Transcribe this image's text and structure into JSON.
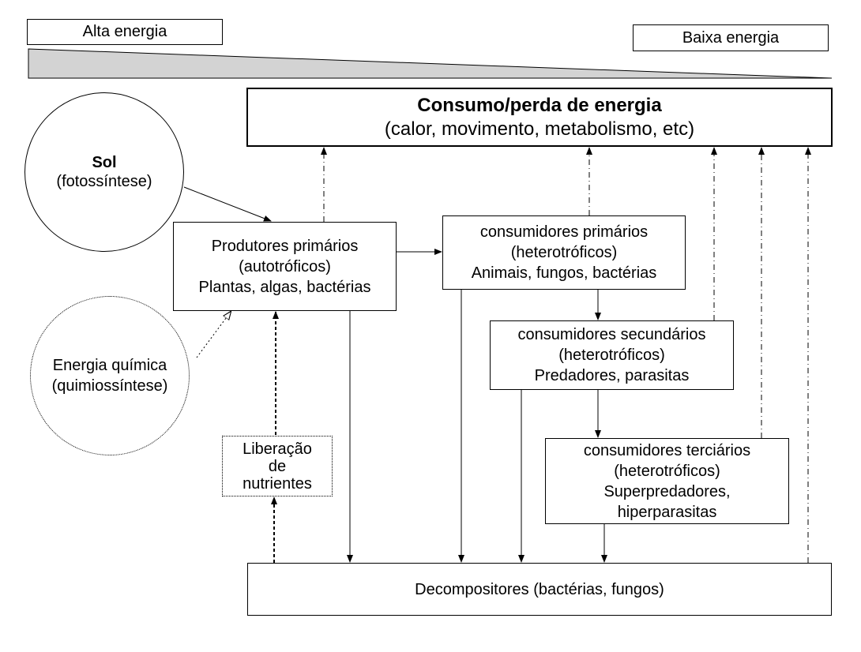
{
  "energy_scale": {
    "high_label": "Alta energia",
    "low_label": "Baixa energia"
  },
  "consumption": {
    "title": "Consumo/perda de energia",
    "subtitle": "(calor, movimento, metabolismo, etc)"
  },
  "sun": {
    "title": "Sol",
    "subtitle": "(fotossíntese)"
  },
  "chemical_energy": {
    "line1": "Energia química",
    "line2": "(quimiossíntese)"
  },
  "producers": {
    "line1": "Produtores primários",
    "line2": "(autotróficos)",
    "line3": "Plantas, algas, bactérias"
  },
  "primary_consumers": {
    "line1": "consumidores primários",
    "line2": "(heterotróficos)",
    "line3": "Animais, fungos, bactérias"
  },
  "secondary_consumers": {
    "line1": "consumidores secundários",
    "line2": "(heterotróficos)",
    "line3": "Predadores, parasitas"
  },
  "tertiary_consumers": {
    "line1": "consumidores terciários",
    "line2": "(heterotróficos)",
    "line3": "Superpredadores,",
    "line4": "hiperparasitas"
  },
  "nutrient_release": {
    "line1": "Liberação",
    "line2": "de",
    "line3": "nutrientes"
  },
  "decomposers": {
    "label": "Decompositores (bactérias, fungos)"
  },
  "colors": {
    "wedge_fill": "#d3d3d3",
    "stroke": "#000000"
  }
}
